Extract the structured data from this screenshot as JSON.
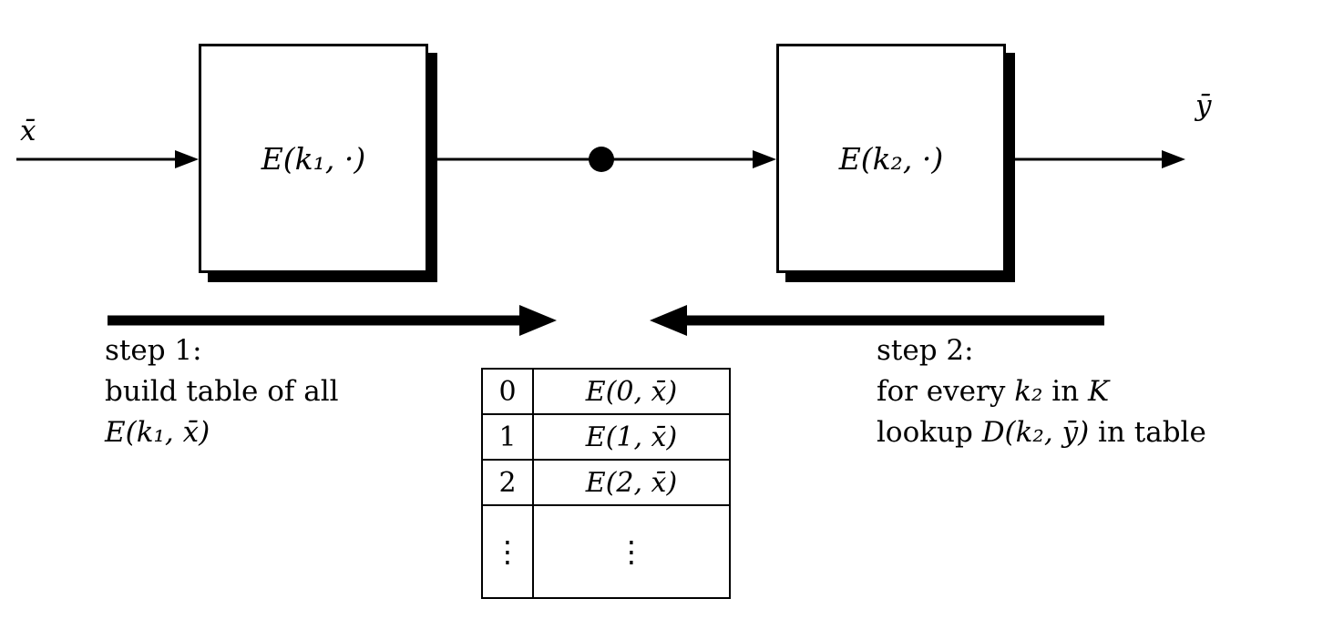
{
  "colors": {
    "ink": "#000000",
    "background": "#ffffff"
  },
  "wires": {
    "input_label": "x̄",
    "output_label": "ȳ"
  },
  "boxes": {
    "box1_label": "E(k₁, ·)",
    "box2_label": "E(k₂, ·)"
  },
  "steps": {
    "step1": {
      "line1": "step 1:",
      "line2": "build table of all",
      "line3": "E(k₁, x̄)"
    },
    "step2": {
      "line1": "step 2:",
      "line2": [
        {
          "t": "for every "
        },
        {
          "t": "k₂"
        },
        {
          "t": " in "
        },
        {
          "t": "K"
        }
      ],
      "line3": [
        {
          "t": "lookup "
        },
        {
          "t": "D(k₂, ȳ)"
        },
        {
          "t": " in table"
        }
      ]
    }
  },
  "table": {
    "rows": [
      {
        "key": "0",
        "value": "E(0, x̄)"
      },
      {
        "key": "1",
        "value": "E(1, x̄)"
      },
      {
        "key": "2",
        "value": "E(2, x̄)"
      },
      {
        "key": "⋮",
        "value": "⋮"
      }
    ]
  }
}
